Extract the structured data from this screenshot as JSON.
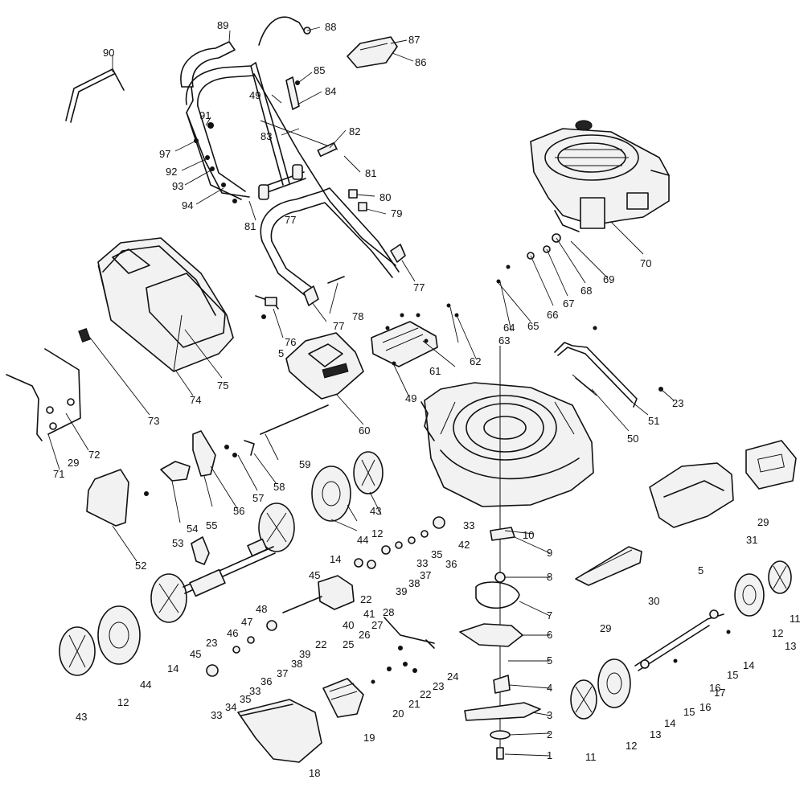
{
  "diagram": {
    "type": "exploded-parts-diagram",
    "labels": [
      "1",
      "2",
      "3",
      "4",
      "5",
      "6",
      "7",
      "8",
      "9",
      "10",
      "11",
      "12",
      "13",
      "14",
      "15",
      "16",
      "17",
      "18",
      "19",
      "20",
      "21",
      "22",
      "23",
      "24",
      "25",
      "26",
      "27",
      "28",
      "29",
      "30",
      "31",
      "33",
      "34",
      "35",
      "36",
      "37",
      "38",
      "39",
      "40",
      "41",
      "42",
      "43",
      "44",
      "45",
      "46",
      "47",
      "48",
      "49",
      "50",
      "51",
      "52",
      "53",
      "54",
      "55",
      "56",
      "57",
      "58",
      "59",
      "60",
      "61",
      "62",
      "63",
      "64",
      "65",
      "66",
      "67",
      "68",
      "69",
      "70",
      "71",
      "72",
      "73",
      "74",
      "75",
      "76",
      "77",
      "78",
      "79",
      "80",
      "81",
      "82",
      "83",
      "84",
      "85",
      "86",
      "87",
      "88",
      "89",
      "90",
      "91",
      "92",
      "93",
      "94",
      "97"
    ]
  }
}
